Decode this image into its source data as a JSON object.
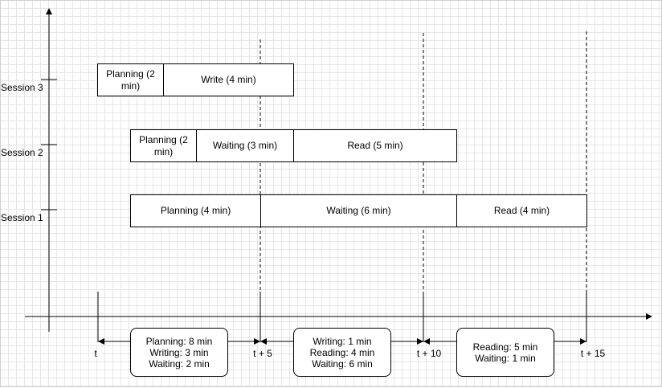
{
  "y_axis": {
    "sessions": [
      "Session 3",
      "Session 2",
      "Session 1"
    ]
  },
  "x_axis": {
    "ticks": [
      "t",
      "t + 5",
      "t + 10",
      "t + 15"
    ]
  },
  "sessions": {
    "session3": {
      "planning": "Planning (2 min)",
      "write": "Write (4 min)"
    },
    "session2": {
      "planning": "Planning (2 min)",
      "waiting": "Waiting (3 min)",
      "read": "Read (5 min)"
    },
    "session1": {
      "planning": "Planning (4 min)",
      "waiting": "Waiting (6 min)",
      "read": "Read (4 min)"
    }
  },
  "summaries": [
    [
      "Planning: 8 min",
      "Writing: 3 min",
      "Waiting: 2 min"
    ],
    [
      "Writing: 1 min",
      "Reading: 4 min",
      "Waiting: 6 min"
    ],
    [
      "Reading: 5 min",
      "Waiting: 1 min"
    ]
  ]
}
